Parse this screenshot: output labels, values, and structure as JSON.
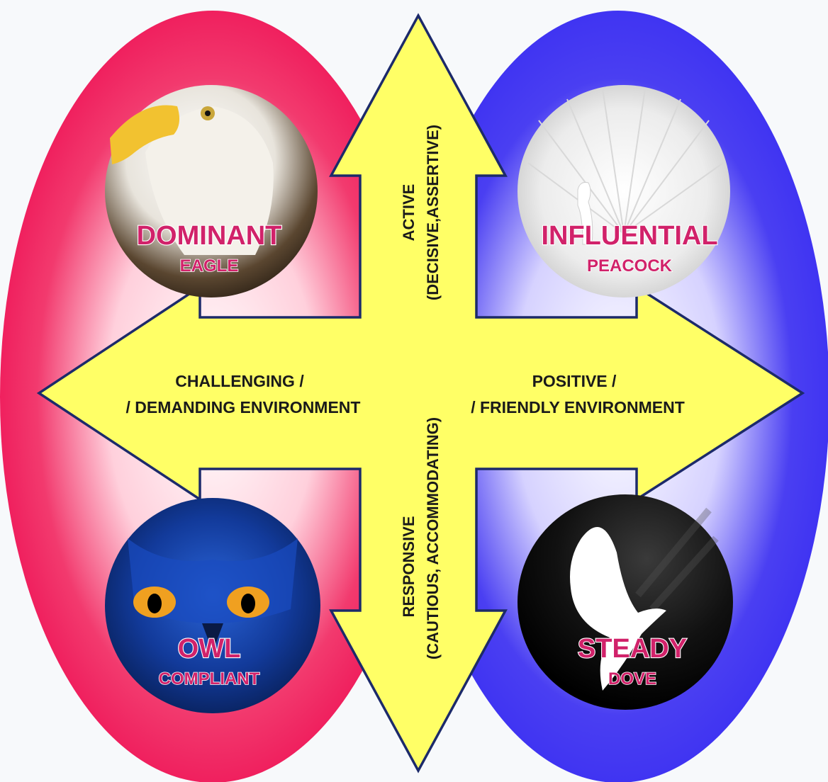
{
  "quadrants": {
    "top_left": {
      "title": "DOMINANT",
      "subtitle": "EAGLE",
      "icon": "eagle-icon"
    },
    "top_right": {
      "title": "INFLUENTIAL",
      "subtitle": "PEACOCK",
      "icon": "peacock-icon"
    },
    "bottom_left": {
      "title": "OWL",
      "subtitle": "COMPLIANT",
      "icon": "owl-icon"
    },
    "bottom_right": {
      "title": "STEADY",
      "subtitle": "DOVE",
      "icon": "dove-icon"
    }
  },
  "axes": {
    "up": {
      "line1": "ACTIVE",
      "line2": "(DECISIVE,ASSERTIVE)"
    },
    "down": {
      "line1": "RESPONSIVE",
      "line2": "(CAUTIOUS, ACCOMMODATING)"
    },
    "left": {
      "line1": "CHALLENGING /",
      "line2": "/ DEMANDING ENVIRONMENT"
    },
    "right": {
      "line1": "POSITIVE /",
      "line2": "/ FRIENDLY ENVIRONMENT"
    }
  },
  "colors": {
    "left_oval": "#ee1155",
    "right_oval": "#3a2ef2",
    "arrow_fill": "#ffff66",
    "arrow_stroke": "#1c2a6a",
    "label_color": "#d1226a"
  }
}
